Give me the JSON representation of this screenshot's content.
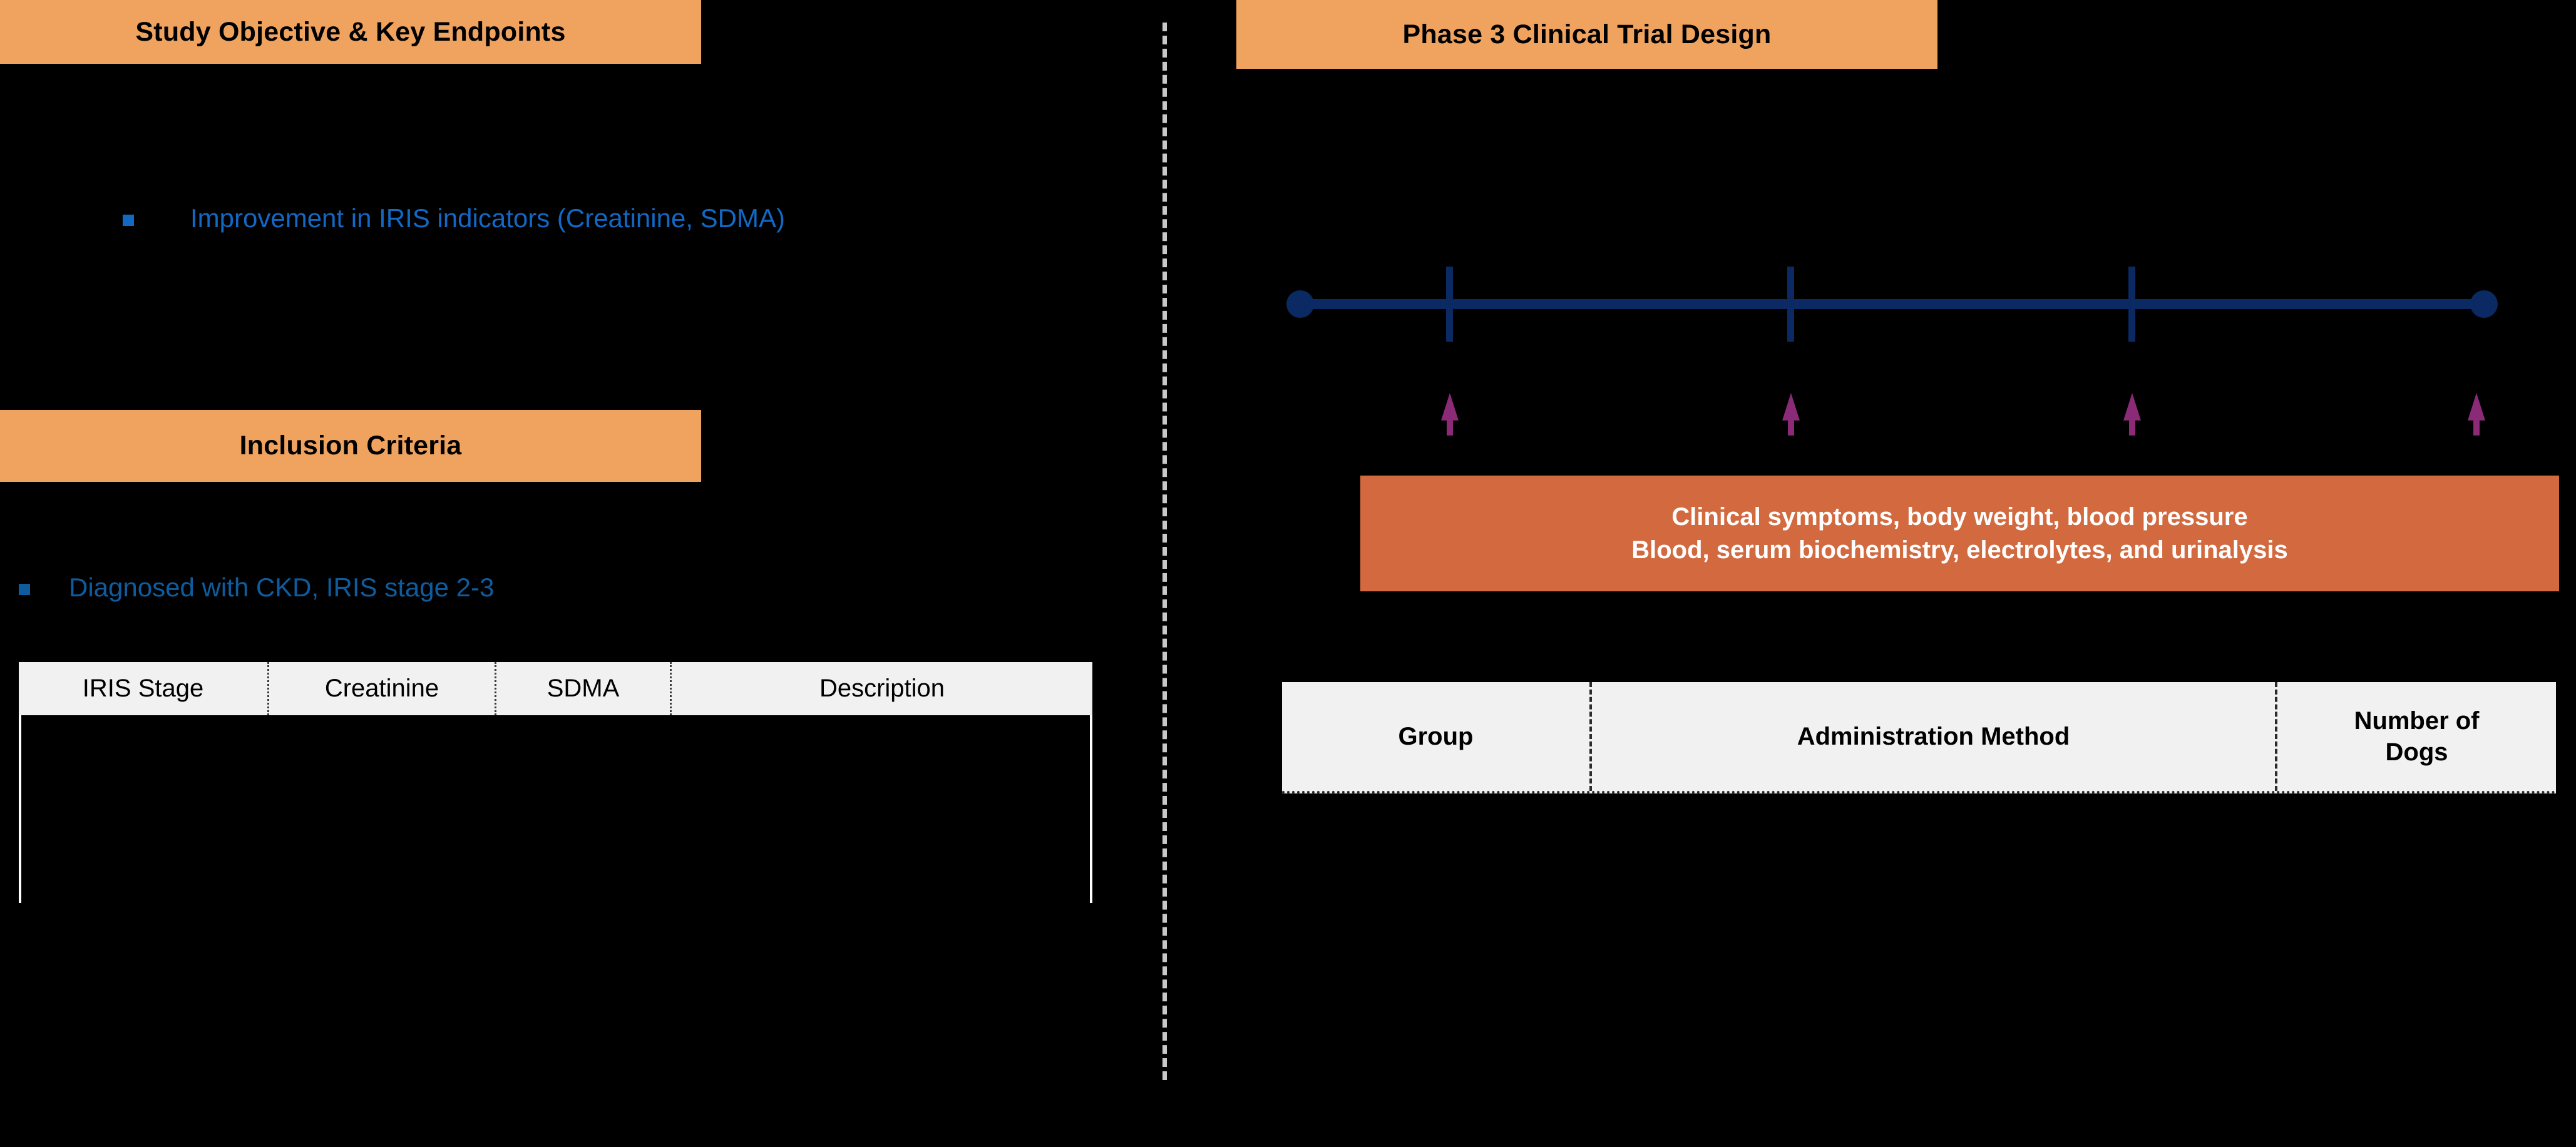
{
  "slide": {
    "background_color": "#000000",
    "banner_color": "#EFA35E",
    "bullet_color": "#1268C3",
    "timeline_color": "#0B2A63",
    "arrow_color": "#8B2A77",
    "monitoring_box_color": "#D2693F",
    "table_header_color": "#F1F1F1",
    "divider_color": "#C8C8C8"
  },
  "left_panel": {
    "objective": {
      "banner_title": "Study Objective & Key Endpoints",
      "bullets": [
        {
          "marker": "square-bullet",
          "text": "Improvement in IRIS indicators (Creatinine, SDMA)"
        }
      ]
    },
    "inclusion": {
      "banner_title": "Inclusion Criteria",
      "bullets": [
        {
          "marker": "square-bullet",
          "text": "Diagnosed with CKD, IRIS stage 2-3"
        }
      ],
      "iris_table": {
        "columns": [
          "IRIS Stage",
          "Creatinine",
          "SDMA",
          "Description"
        ],
        "rows": []
      }
    }
  },
  "right_panel": {
    "banner_title": "Phase 3 Clinical Trial Design",
    "timeline": {
      "tick_count": 3,
      "endpoint_markers": 2,
      "assessment_arrow_count": 4
    },
    "monitoring_box": {
      "line1": "Clinical symptoms, body weight, blood pressure",
      "line2": "Blood, serum biochemistry, electrolytes, and urinalysis"
    },
    "group_table": {
      "columns": [
        "Group",
        "Administration Method",
        "Number of\nDogs"
      ],
      "column_lines": [
        [
          "Group"
        ],
        [
          "Administration Method"
        ],
        [
          "Number of",
          "Dogs"
        ]
      ],
      "rows": []
    }
  }
}
